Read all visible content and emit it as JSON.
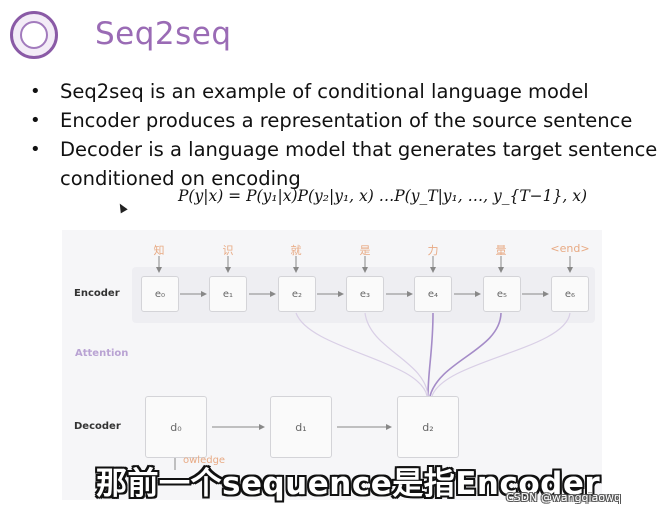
{
  "slide": {
    "title": "Seq2seq",
    "bullets": [
      "Seq2seq is an example of conditional language model",
      "Encoder produces a representation of the source sentence",
      "Decoder is a language model that generates target sentence conditioned on encoding"
    ],
    "formula": "P(y|x) = P(y₁|x)P(y₂|y₁, x) …P(y_T|y₁, …, y_{T−1}, x)"
  },
  "diagram": {
    "encoder_label": "Encoder",
    "attention_label": "Attention",
    "decoder_label": "Decoder",
    "top_tokens": [
      "知",
      "识",
      "就",
      "是",
      "力",
      "量",
      "<end>"
    ],
    "encoder_states": [
      "e₀",
      "e₁",
      "e₂",
      "e₃",
      "e₄",
      "e₅",
      "e₆"
    ],
    "decoder_states": [
      "d₀",
      "d₁",
      "d₂"
    ],
    "bottom_partial_label": "owledge"
  },
  "subtitle": "那前一个sequence是指Encoder",
  "watermark": "CSDN @wangqiaowq",
  "colors": {
    "title_purple": "#9a6bb5",
    "token_orange": "#e8aa84",
    "attention_purple": "#b9a3d3"
  }
}
